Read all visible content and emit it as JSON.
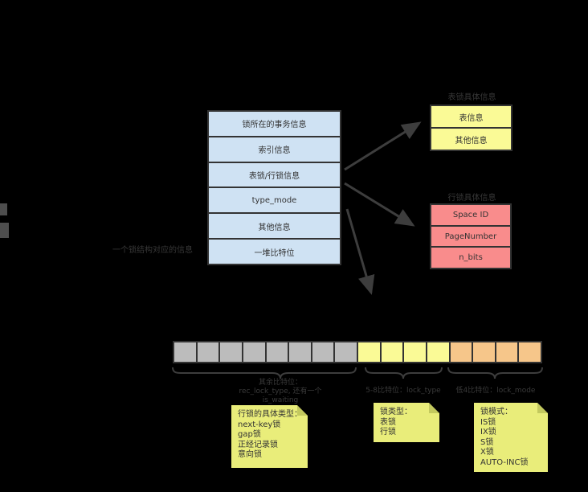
{
  "lock_struct": {
    "caption": "一个锁结构对应的信息",
    "rows": [
      "锁所在的事务信息",
      "索引信息",
      "表锁/行锁信息",
      "type_mode",
      "其他信息",
      "一堆比特位"
    ]
  },
  "table_lock": {
    "title": "表锁具体信息",
    "rows": [
      "表信息",
      "其他信息"
    ]
  },
  "row_lock": {
    "title": "行锁具体信息",
    "rows": [
      "Space ID",
      "PageNumber",
      "n_bits"
    ]
  },
  "bit_array": {
    "sections": [
      {
        "name": "rec-lock-type-bits",
        "cells": 8,
        "color": "gray"
      },
      {
        "name": "lock-type-bits",
        "cells": 4,
        "color": "yellow"
      },
      {
        "name": "lock-mode-bits",
        "cells": 4,
        "color": "orange"
      }
    ]
  },
  "type_mode_breakdown": {
    "rest_bits": {
      "line1": "其余比特位：",
      "line2": "rec_lock_type, 还有一个",
      "line3": "is_waiting"
    },
    "lock_type_bits": {
      "label": "5-8比特位：lock_type"
    },
    "lock_mode_bits": {
      "label": "低4比特位：lock_mode"
    }
  },
  "notes": {
    "row_lock_types": {
      "lines": [
        "行锁的具体类型：",
        "next-key锁",
        "gap锁",
        "正经记录锁",
        "意向锁"
      ]
    },
    "lock_types": {
      "lines": [
        "锁类型：",
        "表锁",
        "行锁"
      ]
    },
    "lock_modes": {
      "lines": [
        "锁模式：",
        "IS锁",
        "IX锁",
        "S锁",
        "X锁",
        "AUTO-INC锁"
      ]
    }
  },
  "colors": {
    "background": "#000000",
    "connector": "#3d3d3d",
    "box_border": "#333333",
    "text_dark": "#333333",
    "blue_fill": "#cfe2f3",
    "yellow_fill": "#fafa96",
    "red_fill": "#f98c8c",
    "gray_fill": "#bcbcbc",
    "orange_fill": "#f6c68a",
    "note_fill": "#e9ed7a",
    "note_fold": "#c3c95e"
  }
}
